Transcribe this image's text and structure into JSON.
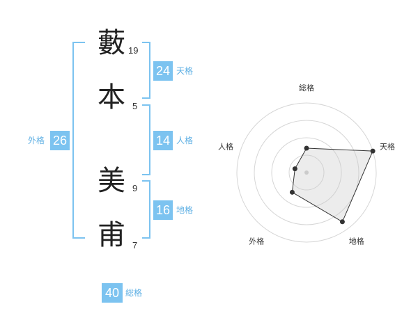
{
  "name": {
    "chars": [
      {
        "char": "藪",
        "strokes": "19"
      },
      {
        "char": "本",
        "strokes": "5"
      },
      {
        "char": "美",
        "strokes": "9"
      },
      {
        "char": "甫",
        "strokes": "7"
      }
    ]
  },
  "fortunes": {
    "tenkaku": {
      "value": "24",
      "label": "天格"
    },
    "jinkaku": {
      "value": "14",
      "label": "人格"
    },
    "chikaku": {
      "value": "16",
      "label": "地格"
    },
    "gaikaku": {
      "value": "26",
      "label": "外格"
    },
    "soukaku": {
      "value": "40",
      "label": "総格"
    }
  },
  "colors": {
    "accent": "#7cc3f0",
    "label": "#5fb0e4"
  },
  "chart_data": {
    "type": "radar",
    "axes": [
      "総格",
      "天格",
      "地格",
      "外格",
      "人格"
    ],
    "levels": 4,
    "max": 4,
    "values": [
      1.4,
      4.0,
      3.5,
      1.4,
      0.7
    ]
  }
}
